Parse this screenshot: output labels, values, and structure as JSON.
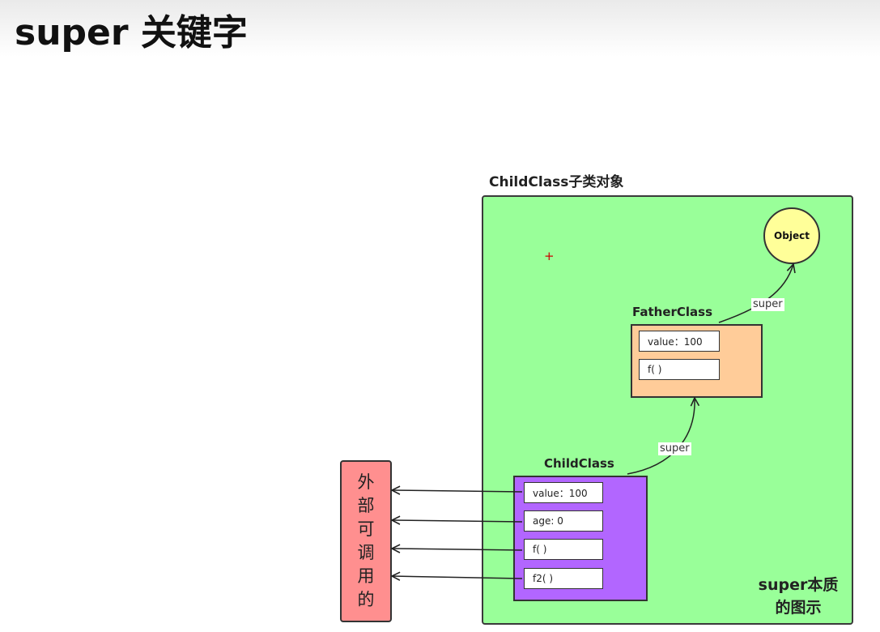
{
  "slide": {
    "title": "super 关键字"
  },
  "diagram": {
    "child_object_label": "ChildClass子类对象",
    "object_label": "Object",
    "father_class": {
      "label": "FatherClass",
      "members": [
        "value：100",
        "f( )"
      ]
    },
    "child_class": {
      "label": "ChildClass",
      "members": [
        "value：100",
        "age: 0",
        "f( )",
        "f2( )"
      ]
    },
    "super_edge_labels": [
      "super",
      "super"
    ],
    "external_label": "外部可调用的",
    "caption_lines": [
      "super本质",
      "的图示"
    ]
  },
  "colors": {
    "object_area": "#99ff99",
    "object_circle": "#ffff99",
    "father_box": "#ffcc99",
    "child_box": "#b266ff",
    "external_box": "#ff8f8f"
  }
}
